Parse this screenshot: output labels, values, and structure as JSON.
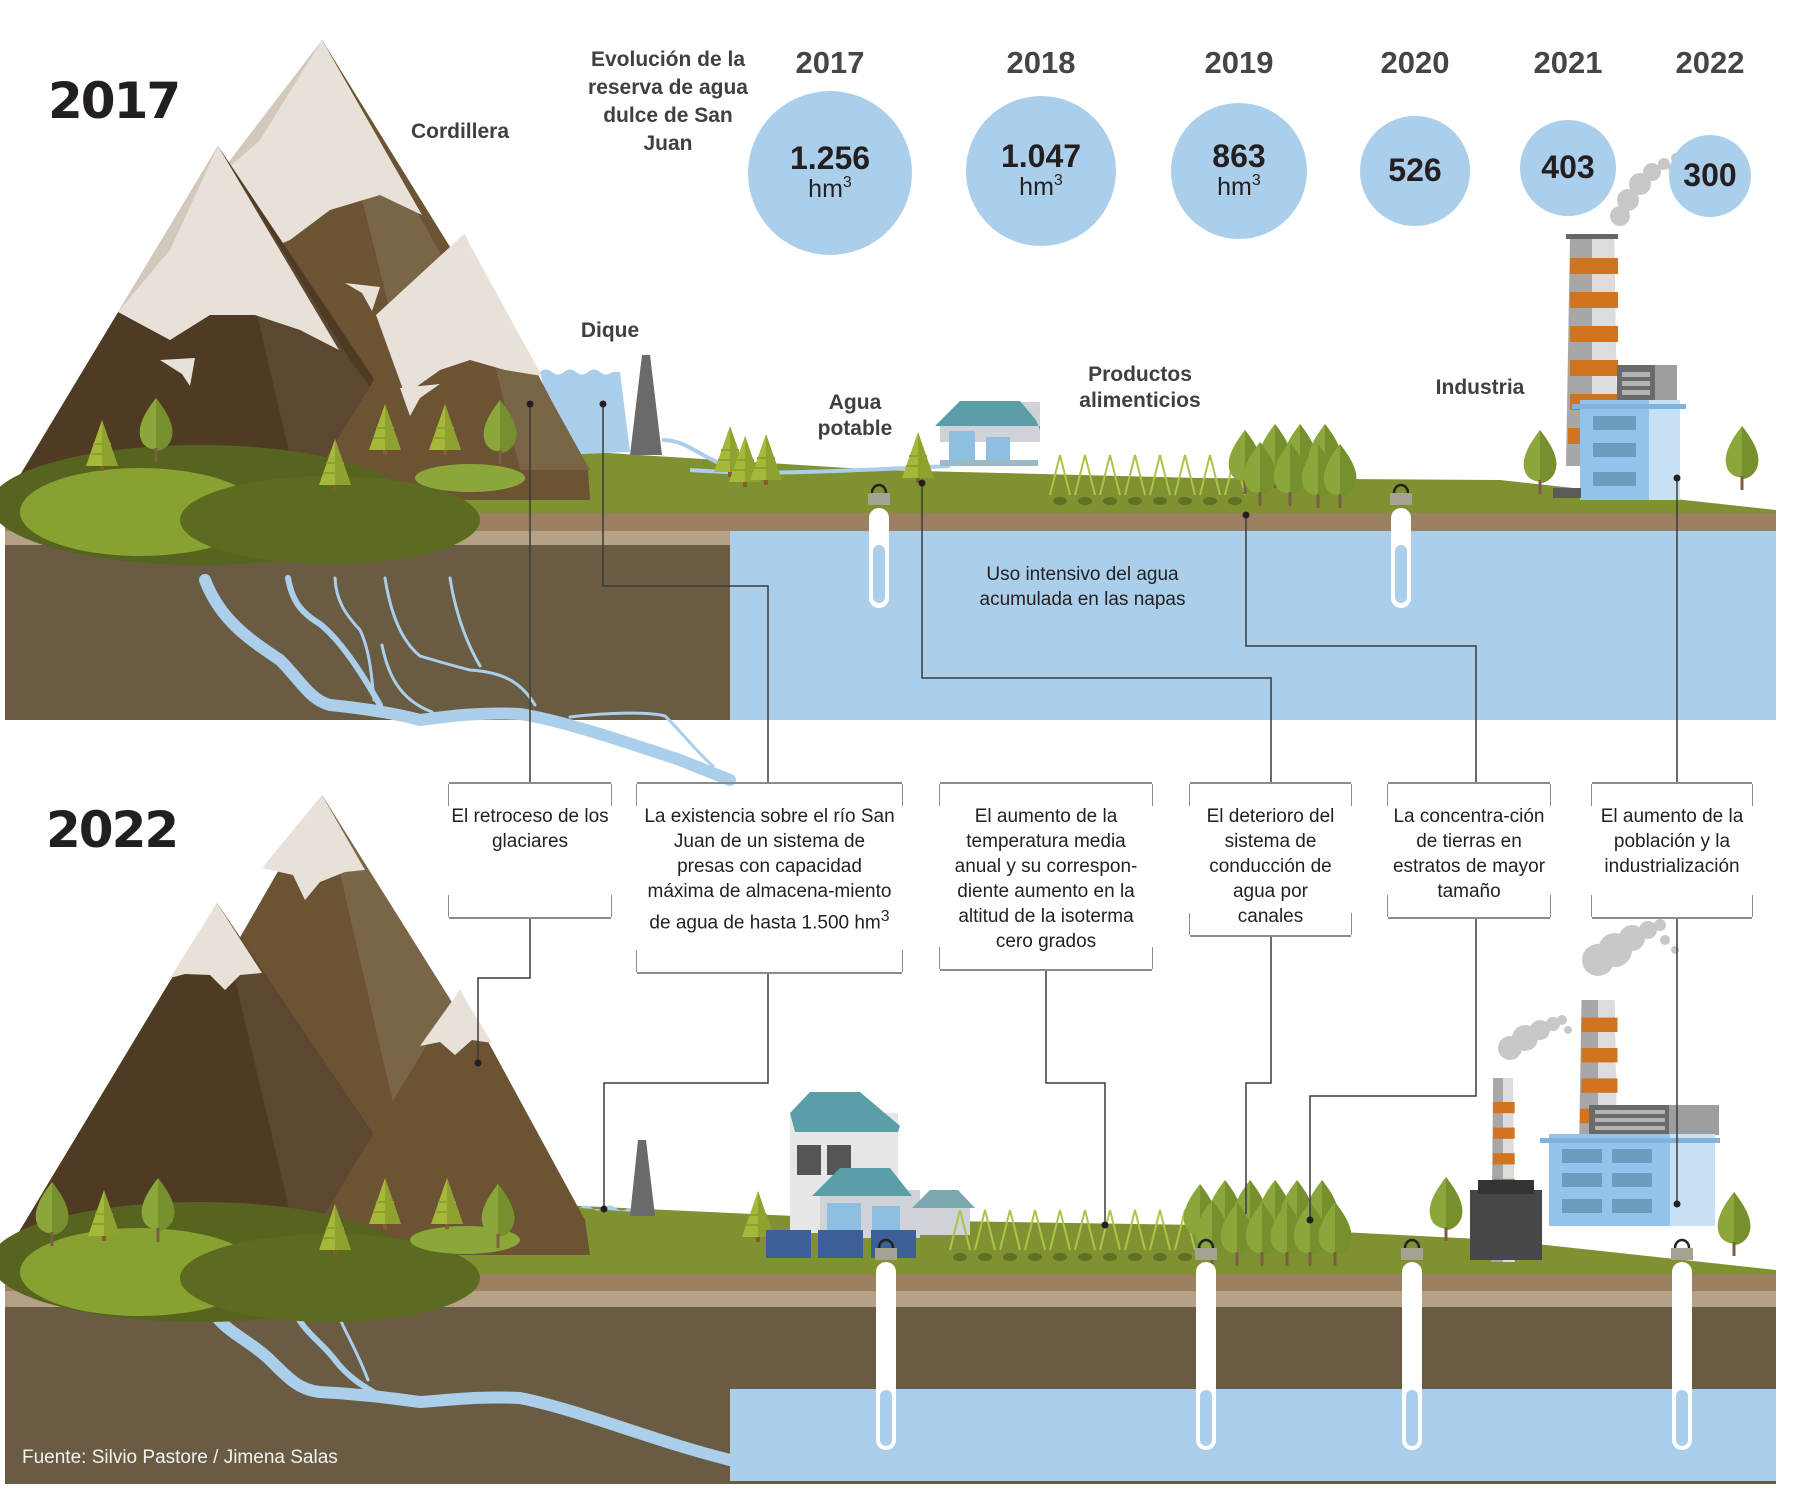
{
  "scenes": {
    "top_year": "2017",
    "bottom_year": "2022"
  },
  "labels": {
    "cordillera": "Cordillera",
    "dique": "Dique",
    "agua_potable": "Agua potable",
    "productos": "Productos alimenticios",
    "industria": "Industria",
    "napas": "Uso intensivo del agua acumulada en las napas"
  },
  "reserve": {
    "title": "Evolución de la reserva de agua dulce de San Juan",
    "unit": "hm",
    "unit_exp": "3",
    "items": [
      {
        "year": "2017",
        "value": "1.256",
        "show_unit": true,
        "hm3": 1256
      },
      {
        "year": "2018",
        "value": "1.047",
        "show_unit": true,
        "hm3": 1047
      },
      {
        "year": "2019",
        "value": "863",
        "show_unit": true,
        "hm3": 863
      },
      {
        "year": "2020",
        "value": "526",
        "show_unit": false,
        "hm3": 526
      },
      {
        "year": "2021",
        "value": "403",
        "show_unit": false,
        "hm3": 403
      },
      {
        "year": "2022",
        "value": "300",
        "show_unit": false,
        "hm3": 300
      }
    ]
  },
  "causes": [
    {
      "text": "El retroceso de los glaciares"
    },
    {
      "text": "La existencia sobre el río San Juan de un sistema de presas con capacidad máxima de almacena-miento de agua de hasta 1.500 hm",
      "sup": "3"
    },
    {
      "text": "El aumento de la temperatura media anual y su correspon-diente aumento en la altitud de la isoterma cero grados"
    },
    {
      "text": "El deterioro del sistema de conducción de agua por canales"
    },
    {
      "text": "La concentra-ción de tierras en estratos de mayor tamaño"
    },
    {
      "text": "El aumento de la población y la industrialización"
    }
  ],
  "footer": "Fuente: Silvio Pastore / Jimena Salas",
  "colors": {
    "water": "#abcfea",
    "soil_dark": "#6a5b43",
    "soil_mid": "#9b8062",
    "soil_light": "#b5a186",
    "grass": "#7f9130",
    "snow": "#e8e1d8"
  }
}
